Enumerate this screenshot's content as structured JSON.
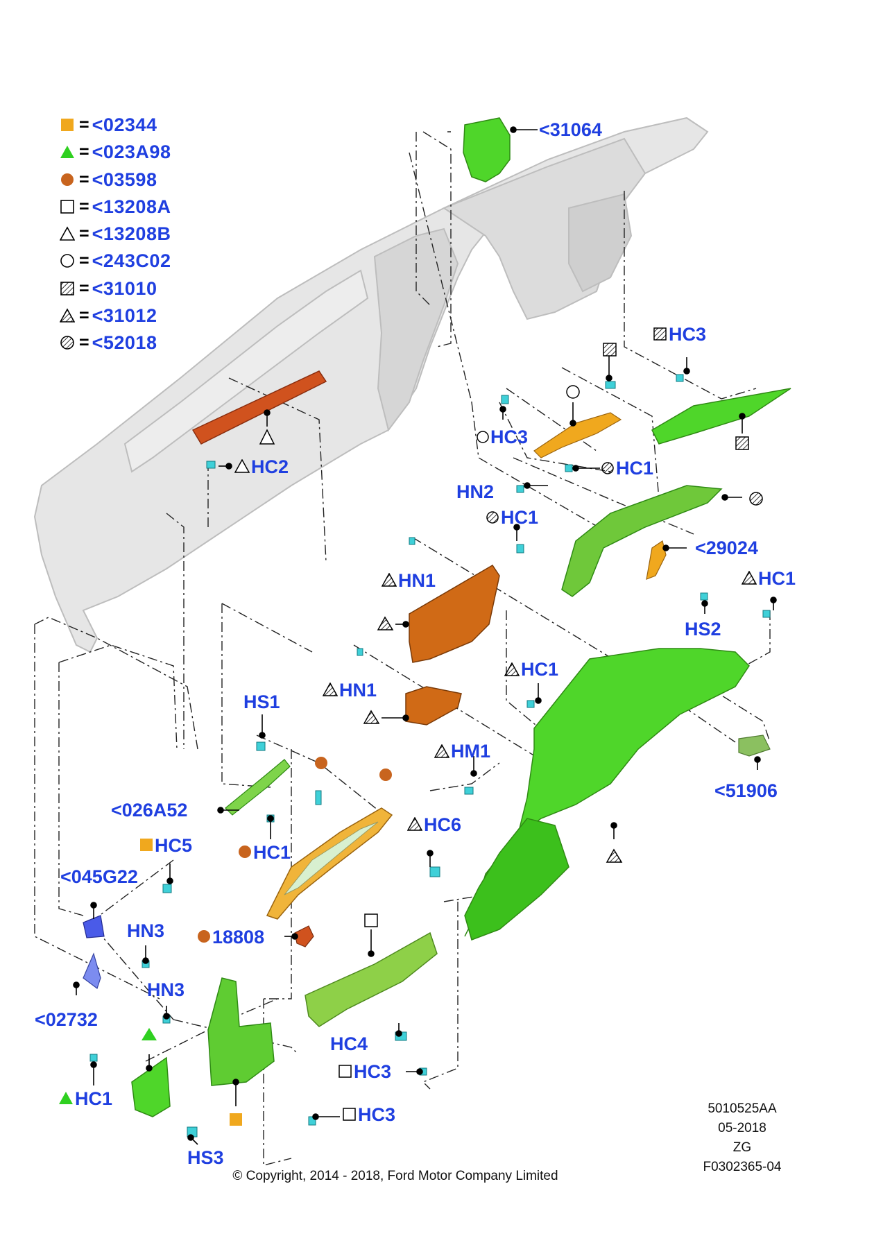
{
  "legend": [
    {
      "symbol": "filled-square-orange",
      "eq": "=",
      "code": "<02344"
    },
    {
      "symbol": "filled-triangle-green",
      "eq": "=",
      "code": "<023A98"
    },
    {
      "symbol": "filled-circle-brown",
      "eq": "=",
      "code": "<03598"
    },
    {
      "symbol": "open-square",
      "eq": "=",
      "code": "<13208A"
    },
    {
      "symbol": "open-triangle",
      "eq": "=",
      "code": "<13208B"
    },
    {
      "symbol": "open-circle",
      "eq": "=",
      "code": "<243C02"
    },
    {
      "symbol": "hatched-square",
      "eq": "=",
      "code": "<31010"
    },
    {
      "symbol": "hatched-triangle",
      "eq": "=",
      "code": "<31012"
    },
    {
      "symbol": "hatched-circle",
      "eq": "=",
      "code": "<52018"
    }
  ],
  "callouts": {
    "c31064": "<31064",
    "hc3_a": "HC3",
    "hc3_b": "HC3",
    "hc2": "HC2",
    "hc1_a": "HC1",
    "hn2": "HN2",
    "hc1_b": "HC1",
    "c29024": "<29024",
    "hn1_a": "HN1",
    "hc1_c": "HC1",
    "hs2": "HS2",
    "hc1_d": "HC1",
    "hn1_b": "HN1",
    "hs1": "HS1",
    "hm1": "HM1",
    "c51906": "<51906",
    "c026a52": "<026A52",
    "hc6": "HC6",
    "hc5": "HC5",
    "hc1_e": "HC1",
    "c045g22": "<045G22",
    "hn3_a": "HN3",
    "c18808": "18808",
    "hn3_b": "HN3",
    "c02732": "<02732",
    "hc4": "HC4",
    "hc3_c": "HC3",
    "hc1_f": "HC1",
    "hc3_d": "HC3",
    "hs3": "HS3"
  },
  "meta": {
    "part_no": "5010525AA",
    "date": "05-2018",
    "code": "ZG",
    "figure": "F0302365-04"
  },
  "copyright": "© Copyright, 2014 - 2018, Ford Motor Company Limited",
  "colors": {
    "label_blue": "#1f3fe0",
    "part_green": "#4fd62a",
    "part_orange": "#d06a16",
    "part_yellow": "#f0a81e",
    "clip_cyan": "#3fd0d8",
    "part_blue": "#4a5be8",
    "body_gray": "#e4e4e4"
  }
}
